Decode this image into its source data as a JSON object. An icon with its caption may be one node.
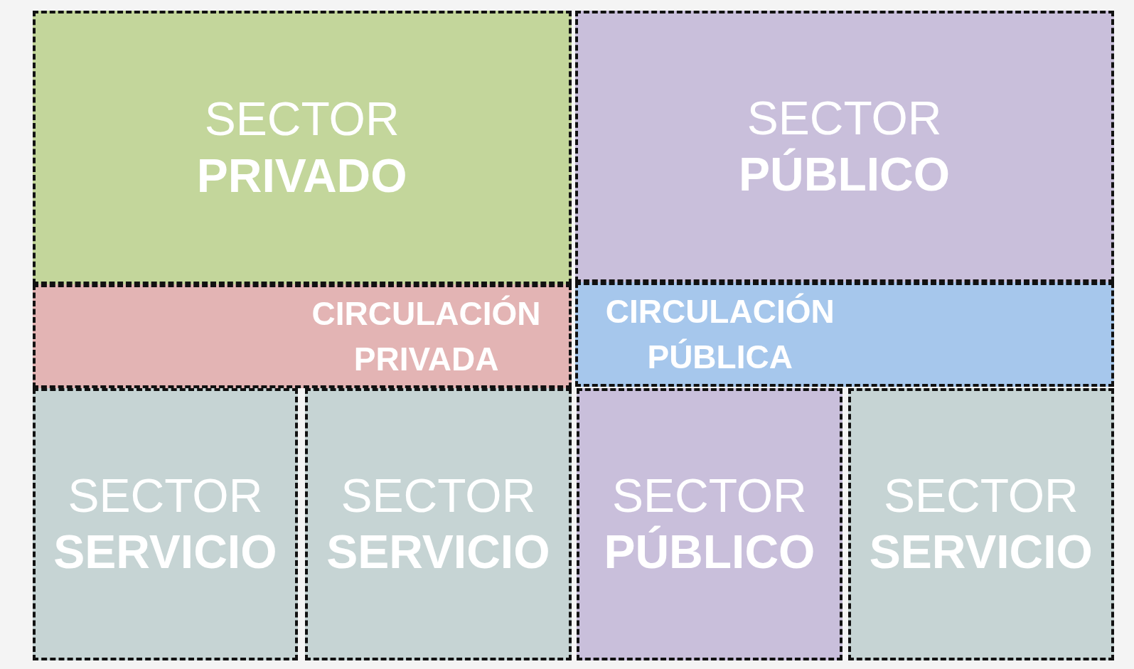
{
  "diagram": {
    "nodes": [
      {
        "text": [
          "SECTOR",
          "PRIVADO"
        ]
      },
      {
        "text": [
          "SECTOR",
          "PÚBLICO"
        ]
      },
      {
        "text": [
          "CIRCULACIÓN PRIVADA"
        ]
      },
      {
        "text": [
          "CIRCULACIÓN PÚBLICA"
        ]
      },
      {
        "text": [
          "SECTOR",
          "SERVICIO"
        ]
      },
      {
        "text": [
          "SECTOR",
          "SERVICIO"
        ]
      },
      {
        "text": [
          "SECTOR",
          "PÚBLICO"
        ]
      },
      {
        "text": [
          "SECTOR",
          "SERVICIO"
        ]
      }
    ]
  }
}
